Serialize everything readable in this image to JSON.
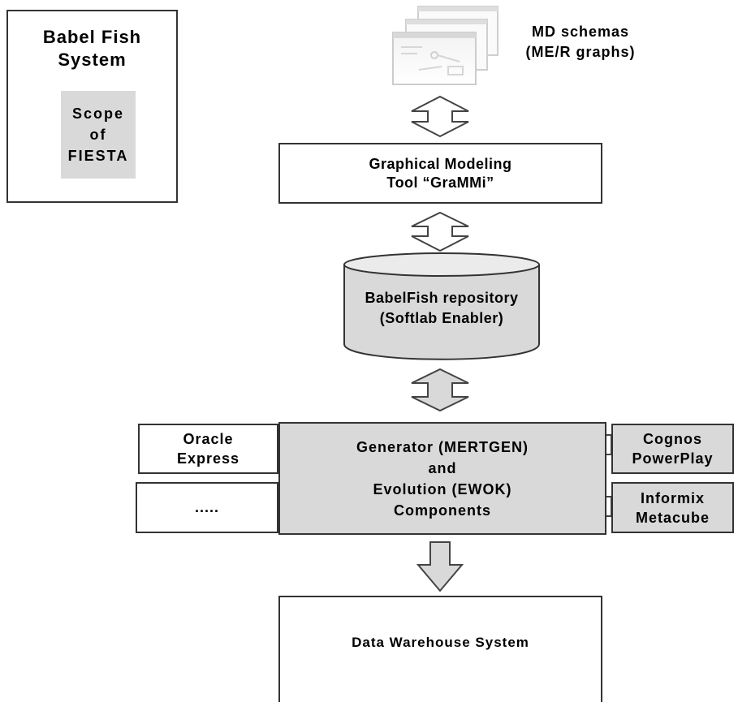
{
  "legend": {
    "title_line1": "Babel Fish",
    "title_line2": "System",
    "scope_line1": "Scope",
    "scope_line2": "of",
    "scope_line3": "FIESTA"
  },
  "schemas": {
    "line1": "MD schemas",
    "line2": "(ME/R graphs)"
  },
  "modeling_tool": {
    "line1": "Graphical Modeling",
    "line2": "Tool “GraMMi”"
  },
  "repository": {
    "line1": "BabelFish repository",
    "line2": "(Softlab Enabler)"
  },
  "generator": {
    "line1": "Generator (MERTGEN)",
    "line2": "and",
    "line3": "Evolution (EWOK)",
    "line4": "Components"
  },
  "left_targets": [
    {
      "line1": "Oracle",
      "line2": "Express"
    },
    {
      "line1": "....."
    }
  ],
  "right_targets": [
    {
      "line1": "Cognos",
      "line2": "PowerPlay"
    },
    {
      "line1": "Informix",
      "line2": "Metacube"
    }
  ],
  "warehouse": {
    "label": "Data Warehouse System"
  },
  "colors": {
    "scope_fill": "#d9d9d9",
    "border": "#333333",
    "background": "#ffffff"
  }
}
